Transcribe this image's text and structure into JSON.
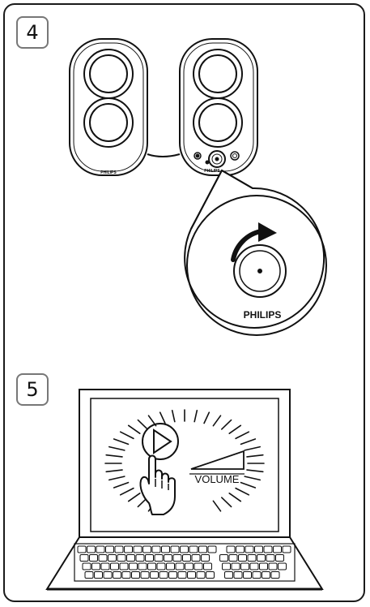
{
  "steps": [
    {
      "number": "4"
    },
    {
      "number": "5"
    }
  ],
  "speakers": {
    "brand_left": "PHILIPS",
    "brand_right": "PHILIPS"
  },
  "zoom_callout": {
    "brand": "PHILIPS",
    "rotate_icon": "clockwise-arrow-icon"
  },
  "laptop": {
    "volume_label": "VOLUME",
    "play_icon": "play-icon",
    "hand_icon": "pointing-hand-icon"
  }
}
